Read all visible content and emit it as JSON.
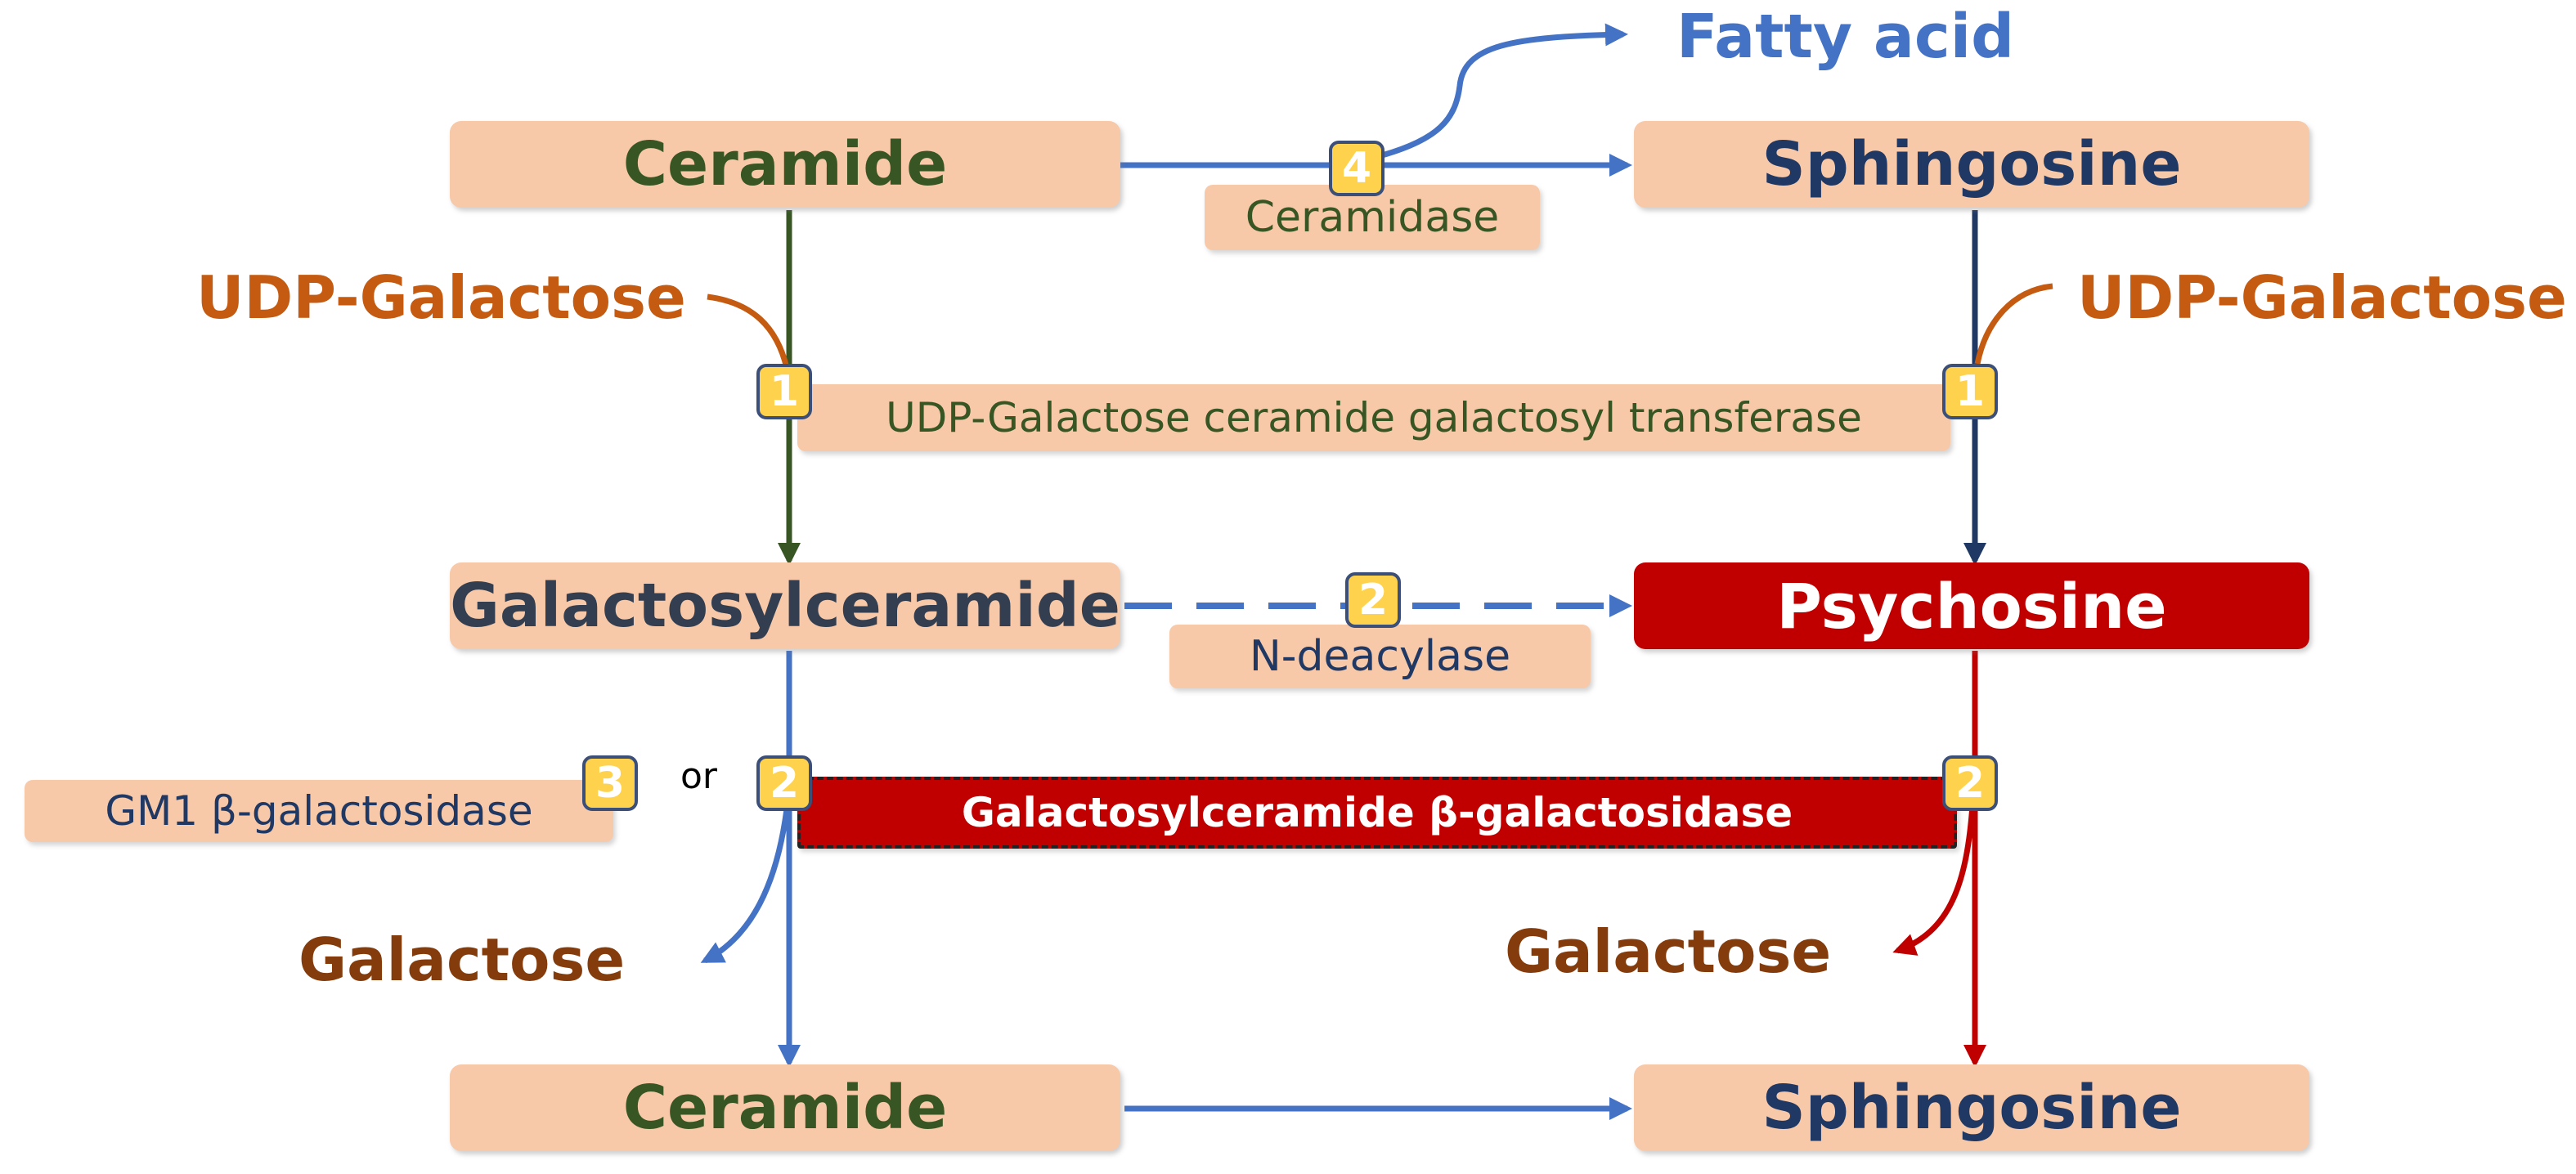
{
  "colors": {
    "box_fill": "#f8c9a8",
    "red": "#c00000",
    "green_text": "#375623",
    "navy_text": "#1f3864",
    "dark_text": "#333f50",
    "blue_arrow": "#4472c4",
    "green_arrow": "#375623",
    "navy_arrow": "#1f3864",
    "orange": "#c55a11",
    "brown": "#843c0c",
    "badge_fill": "#ffd24d"
  },
  "nodes": {
    "ceramide_top": "Ceramide",
    "sphingosine_top": "Sphingosine",
    "galactosylceramide": "Galactosylceramide",
    "psychosine": "Psychosine",
    "ceramide_bottom": "Ceramide",
    "sphingosine_bottom": "Sphingosine"
  },
  "enzymes": {
    "ceramidase": "Ceramidase",
    "transferase": "UDP-Galactose ceramide galactosyl transferase",
    "n_deacylase": "N-deacylase",
    "gm1": "GM1 β-galactosidase",
    "galc": "Galactosylceramide β-galactosidase"
  },
  "substrates": {
    "fatty_acid": "Fatty acid",
    "udp_gal_left": "UDP-Galactose",
    "udp_gal_right": "UDP-Galactose",
    "galactose_left": "Galactose",
    "galactose_right": "Galactose"
  },
  "badges": {
    "ceramidase": "4",
    "transferase_left": "1",
    "transferase_right": "1",
    "n_deacylase": "2",
    "gm1": "3",
    "galc_left": "2",
    "galc_right": "2"
  },
  "or_text": "or"
}
